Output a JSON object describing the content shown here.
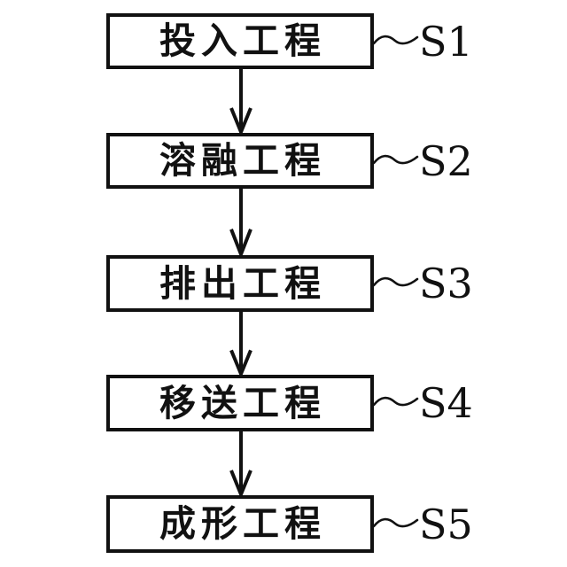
{
  "figure": {
    "background": "#ffffff",
    "line_color": "#111111",
    "steps": [
      {
        "id": "S1",
        "label": "投入工程"
      },
      {
        "id": "S2",
        "label": "溶融工程"
      },
      {
        "id": "S3",
        "label": "排出工程"
      },
      {
        "id": "S4",
        "label": "移送工程"
      },
      {
        "id": "S5",
        "label": "成形工程"
      }
    ]
  }
}
